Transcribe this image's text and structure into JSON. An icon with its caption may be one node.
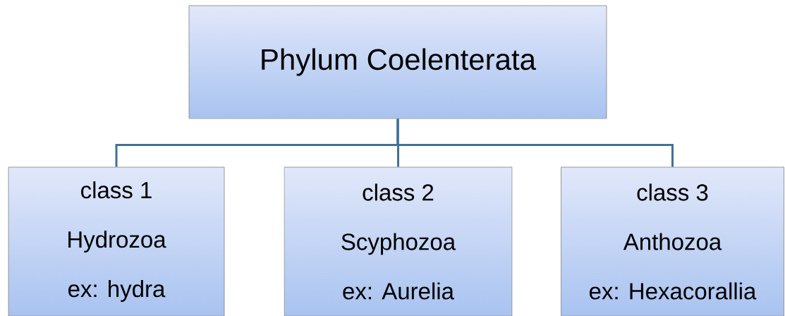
{
  "diagram": {
    "nodes": [
      {
        "text": [
          "Phylum Coelenterata"
        ]
      },
      {
        "text": [
          "class 1",
          "Hydrozoa",
          "ex: hydra"
        ]
      },
      {
        "text": [
          "class 2",
          "Scyphozoa",
          "ex: Aurelia"
        ]
      },
      {
        "text": [
          "class 3",
          "Anthozoa",
          "ex: Hexacorallia"
        ]
      }
    ],
    "edges": [
      {
        "from": 0,
        "to": 1,
        "arrow": "none"
      },
      {
        "from": 0,
        "to": 2,
        "arrow": "none"
      },
      {
        "from": 0,
        "to": 3,
        "arrow": "none"
      }
    ]
  }
}
